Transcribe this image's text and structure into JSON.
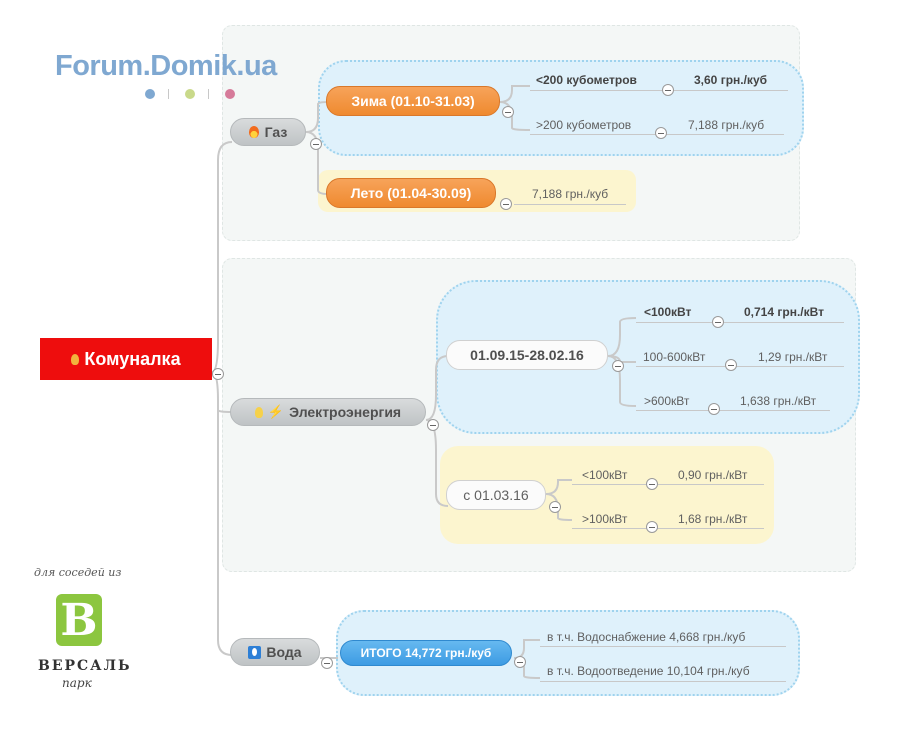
{
  "logo": {
    "text": "Forum.Domik.ua",
    "dot_colors": [
      "#7fa8d1",
      "#c9d98a",
      "#d67b9a"
    ]
  },
  "root": {
    "label": "Комуналка",
    "icon": "bulb-icon",
    "color": "#ee0d0d"
  },
  "gas": {
    "label": "Газ",
    "icon": "flame-icon",
    "winter": {
      "label": "Зима (01.10-31.03)",
      "items": [
        {
          "name": "<200 кубометров",
          "price": "3,60 грн./куб"
        },
        {
          "name": ">200 кубометров",
          "price": "7,188 грн./куб"
        }
      ]
    },
    "summer": {
      "label": "Лето (01.04-30.09)",
      "price": "7,188 грн./куб"
    }
  },
  "electricity": {
    "label": "Электроэнергия",
    "icons": [
      "bulb-icon",
      "lightning-icon"
    ],
    "period1": {
      "label": "01.09.15-28.02.16",
      "items": [
        {
          "name": "<100кВт",
          "price": "0,714 грн./кВт"
        },
        {
          "name": "100-600кВт",
          "price": "1,29 грн./кВт"
        },
        {
          "name": ">600кВт",
          "price": "1,638 грн./кВт"
        }
      ]
    },
    "period2": {
      "label": "с 01.03.16",
      "items": [
        {
          "name": "<100кВт",
          "price": "0,90 грн./кВт"
        },
        {
          "name": ">100кВт",
          "price": "1,68 грн./кВт"
        }
      ]
    }
  },
  "water": {
    "label": "Вода",
    "icon": "water-icon",
    "total": "ИТОГО 14,772 грн./куб",
    "items": [
      "в т.ч. Водоснабжение 4,668 грн./куб",
      "в т.ч. Водоотведение 10,104 грн./куб"
    ]
  },
  "sponsor": {
    "caption": "для соседей из",
    "logo_letter": "B",
    "name": "ВЕРСАЛЬ",
    "sub": "парк",
    "color": "#8cc63f"
  }
}
